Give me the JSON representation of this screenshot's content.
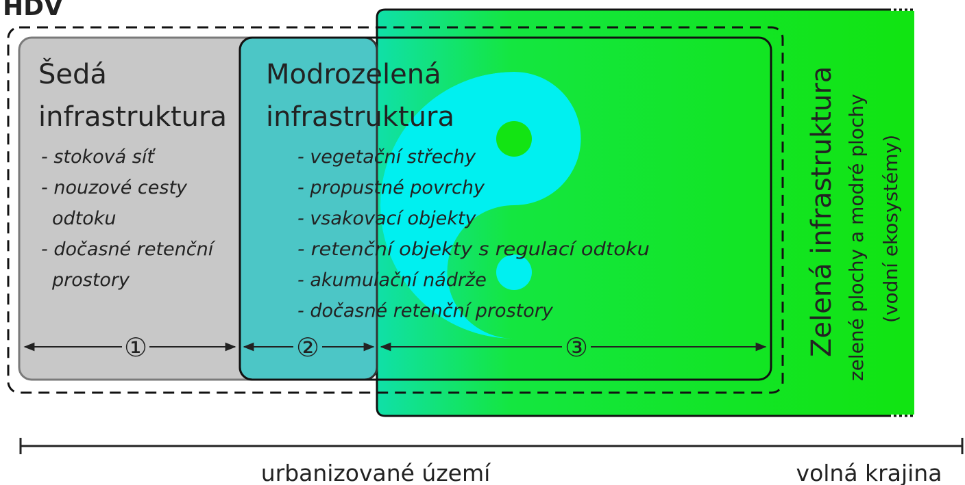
{
  "title": "HDV",
  "grey": {
    "title_lines": [
      "Šedá",
      "infrastruktura"
    ],
    "items": [
      "- stoková síť",
      "- nouzové cesty",
      "odtoku",
      "- dočasné retenční",
      "prostory"
    ]
  },
  "bluegreen": {
    "title_lines": [
      "Modrozelená",
      "infrastruktura"
    ],
    "items": [
      "- vegetační střechy",
      "- propustné povrchy",
      "- vsakovací objekty",
      "- retenční objekty s regulací odtoku",
      "- akumulační nádrže",
      "- dočasné retenční prostory"
    ]
  },
  "green": {
    "title": "Zelená infrastruktura",
    "sub_lines": [
      "zelené plochy a modré plochy",
      "(vodní ekosystémy)"
    ]
  },
  "zones": [
    "①",
    "②",
    "③"
  ],
  "axis": {
    "left_label": "urbanizované území",
    "right_label": "volná krajina"
  },
  "colors": {
    "grey": "#c8c8c8",
    "bluegreen": "#4cc6c6",
    "green": "#17e817",
    "light_green": "#7cf27c",
    "cyan": "#00ffff"
  }
}
